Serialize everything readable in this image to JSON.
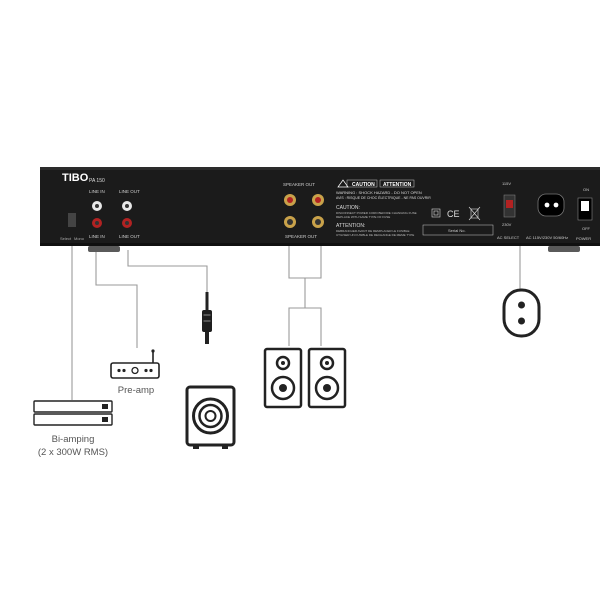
{
  "device": {
    "brand": "TIBO",
    "model": "PA 150",
    "line_in_top": "LINE IN",
    "line_out_top": "LINE OUT",
    "line_in_label": "LINE IN",
    "line_out_label": "LINE OUT",
    "speaker_out_top": "SPEAKER OUT",
    "speaker_out_bottom": "SPEAKER OUT",
    "caution_title": "CAUTION",
    "attention_title": "ATTENTION",
    "warning_line": "WARNING : SHOCK HAZARD - DO NOT OPEN",
    "avis_line": "AVIS : RISQUE DE CHOC ÉLECTRIQUE - NE PAS OUVRIR",
    "caution_heading": "CAUTION:",
    "caution_text_1": "DISCONNECT POWER CORD BEFORE CHANGING FUSE",
    "caution_text_2": "REPLACE WITH SAME TYPE OF FUSE",
    "attention_heading": "ATTENTION:",
    "attention_text_1": "DEBRANCHER AVANT DE REMPLACER LE FUSIBLE",
    "attention_text_2": "UTILISER UN FUSIBLE DE RECHANGE DE MEME TYPE",
    "serial_label": "Serial No.",
    "voltage_115": "115V",
    "voltage_230": "230V",
    "ac_select": "AC SELECT",
    "ac_input": "AC 115V/230V 50/60Hz",
    "switch_on": "ON",
    "switch_off": "OFF",
    "power_label": "POWER",
    "select_left": "Select",
    "select_right": "Mono"
  },
  "labels": {
    "preamp": "Pre-amp",
    "biamp_1": "Bi-amping",
    "biamp_2": "(2 x 300W RMS)"
  },
  "colors": {
    "chassis": "#1b1b1b",
    "wire": "#9a9a9a",
    "icon": "#222222",
    "rca_red": "#b22222",
    "terminal_gold": "#c9a24a"
  },
  "icons": [
    "rca-jack-icon",
    "speaker-terminal-icon",
    "preamp-icon",
    "amplifier-icon",
    "subwoofer-icon",
    "speaker-icon",
    "power-plug-icon",
    "ce-mark-icon",
    "weee-bin-icon"
  ]
}
